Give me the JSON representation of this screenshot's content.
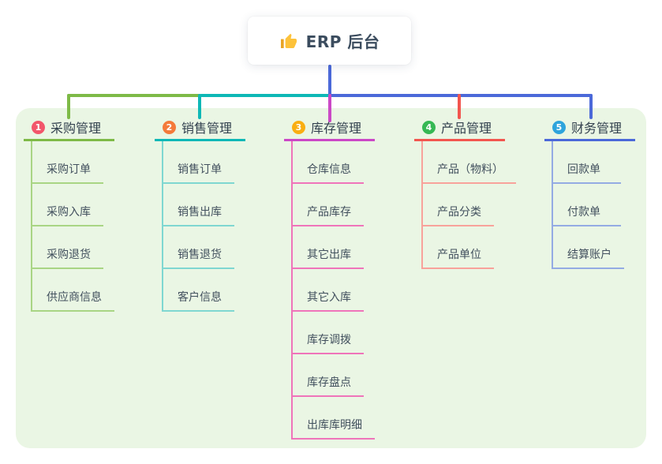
{
  "root": {
    "title": "ERP 后台",
    "icon": "thumbs-up-icon",
    "trunk_color": "#4b69d9"
  },
  "panel": {
    "background": "#eaf6e4"
  },
  "branches": [
    {
      "num": "1",
      "title": "采购管理",
      "badge_color": "#f2566b",
      "line_color": "#7eba47",
      "item_line_color": "#a9d584",
      "items": [
        "采购订单",
        "采购入库",
        "采购退货",
        "供应商信息"
      ]
    },
    {
      "num": "2",
      "title": "销售管理",
      "badge_color": "#f47a3a",
      "line_color": "#0db8b6",
      "item_line_color": "#7fd7d1",
      "items": [
        "销售订单",
        "销售出库",
        "销售退货",
        "客户信息"
      ]
    },
    {
      "num": "3",
      "title": "库存管理",
      "badge_color": "#f9ae13",
      "line_color": "#cb48c6",
      "item_line_color": "#ef74ba",
      "items": [
        "仓库信息",
        "产品库存",
        "其它出库",
        "其它入库",
        "库存调拨",
        "库存盘点",
        "出库库明细"
      ]
    },
    {
      "num": "4",
      "title": "产品管理",
      "badge_color": "#36b854",
      "line_color": "#f2564f",
      "item_line_color": "#f8a29b",
      "items": [
        "产品（物料）",
        "产品分类",
        "产品单位"
      ]
    },
    {
      "num": "5",
      "title": "财务管理",
      "badge_color": "#2ea4dc",
      "line_color": "#4b69d9",
      "item_line_color": "#94abe3",
      "items": [
        "回款单",
        "付款单",
        "结算账户"
      ]
    }
  ]
}
